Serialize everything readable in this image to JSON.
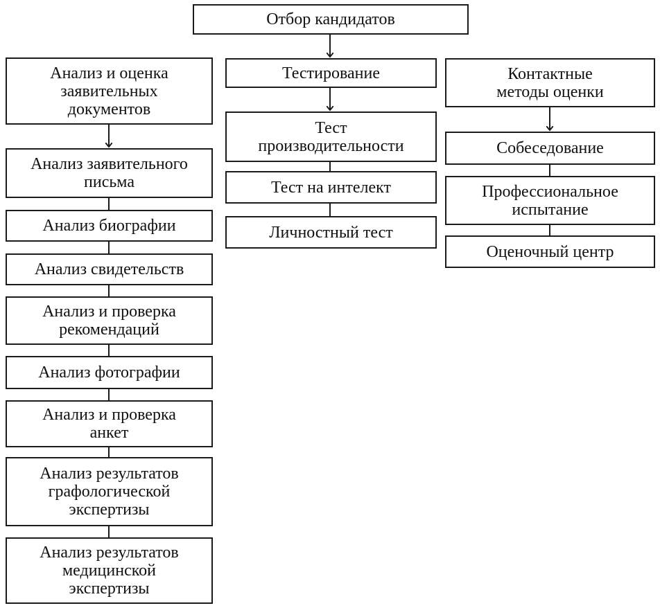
{
  "root": "Отбор кандидатов",
  "columns": [
    {
      "header": "Анализ и оценка\nзаявительных\nдокументов",
      "items": [
        "Анализ заявительного\nписьма",
        "Анализ биографии",
        "Анализ свидетельств",
        "Анализ и проверка\nрекомендаций",
        "Анализ фотографии",
        "Анализ и проверка\nанкет",
        "Анализ результатов\nграфологической\nэкспертизы",
        "Анализ результатов\nмедицинской\nэкспертизы"
      ]
    },
    {
      "header": "Тестирование",
      "items": [
        "Тест\nпроизводительности",
        "Тест на интелект",
        "Личностный тест"
      ]
    },
    {
      "header": "Контактные\nметоды оценки",
      "items": [
        "Собеседование",
        "Профессиональное\nиспытание",
        "Оценочный центр"
      ]
    }
  ]
}
